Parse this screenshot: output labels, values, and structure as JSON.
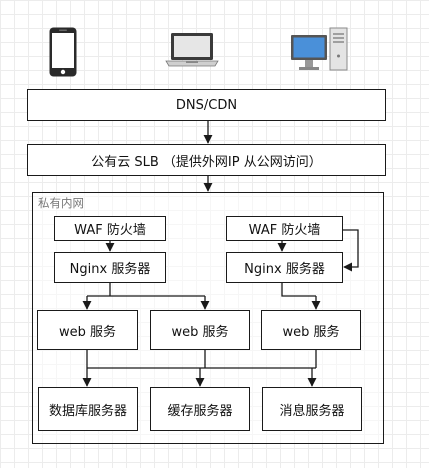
{
  "devices": [
    {
      "icon": "smartphone-icon"
    },
    {
      "icon": "laptop-icon"
    },
    {
      "icon": "desktop-computer-icon"
    }
  ],
  "dns": {
    "label": "DNS/CDN"
  },
  "slb": {
    "label": "公有云 SLB （提供外网IP 从公网访问）"
  },
  "private_net": {
    "label": "私有内网"
  },
  "waf": [
    {
      "label": "WAF 防火墙"
    },
    {
      "label": "WAF 防火墙"
    }
  ],
  "nginx": [
    {
      "label": "Nginx 服务器"
    },
    {
      "label": "Nginx 服务器"
    }
  ],
  "web": [
    {
      "label": "web 服务"
    },
    {
      "label": "web 服务"
    },
    {
      "label": "web 服务"
    }
  ],
  "backend": [
    {
      "label": "数据库服务器"
    },
    {
      "label": "缓存服务器"
    },
    {
      "label": "消息服务器"
    }
  ]
}
